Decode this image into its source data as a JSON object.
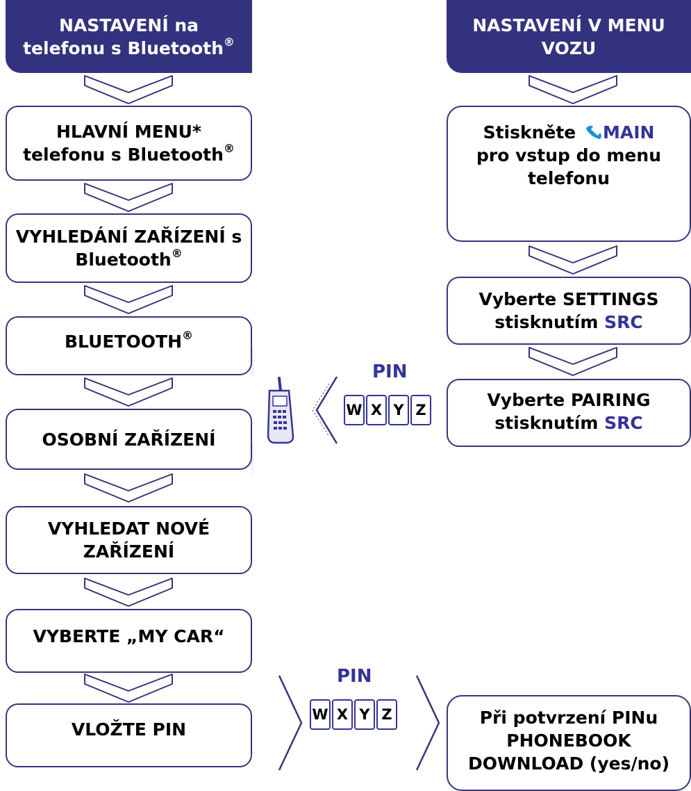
{
  "left_column": {
    "header": {
      "line1": "NASTAVENÍ na",
      "line2": "telefonu s Bluetooth",
      "reg": "®"
    },
    "steps": [
      {
        "line1": "HLAVNÍ MENU*",
        "line2": "telefonu s Bluetooth",
        "reg": "®"
      },
      {
        "line1": "VYHLEDÁNÍ ZAŘÍZENÍ s",
        "line2": "Bluetooth",
        "reg": "®"
      },
      {
        "line1": "BLUETOOTH",
        "reg": "®"
      },
      {
        "line1": "OSOBNÍ ZAŘÍZENÍ"
      },
      {
        "line1": "VYHLEDAT NOVÉ",
        "line2": "ZAŘÍZENÍ"
      },
      {
        "line1": "VYBERTE „MY CAR“"
      },
      {
        "line1": "VLOŽTE PIN"
      }
    ]
  },
  "right_column": {
    "header": {
      "line1": "NASTAVENÍ V MENU",
      "line2": "VOZU"
    },
    "step_main": {
      "prefix": "Stiskněte",
      "main": "MAIN",
      "line2": "pro vstup do menu",
      "line3": "telefonu"
    },
    "step_settings": {
      "line1": "Vyberte SETTINGS",
      "line2": "stisknutím",
      "src": "SRC"
    },
    "step_pairing": {
      "line1": "Vyberte PAIRING",
      "line2": "stisknutím",
      "src": "SRC"
    },
    "step_confirm": {
      "line1": "Při potvrzení PINu",
      "line2": "PHONEBOOK",
      "line3": "DOWNLOAD (yes/no)"
    }
  },
  "pin_top": {
    "label": "PIN",
    "keys": [
      "W",
      "X",
      "Y",
      "Z"
    ]
  },
  "pin_bottom": {
    "label": "PIN",
    "keys": [
      "W",
      "X",
      "Y",
      "Z"
    ]
  },
  "icons": {
    "phone": "mobile-phone-icon",
    "handset": "phone-handset-icon"
  },
  "colors": {
    "accent": "#33339a",
    "header_bg": "#32327f",
    "border": "#35357a"
  }
}
